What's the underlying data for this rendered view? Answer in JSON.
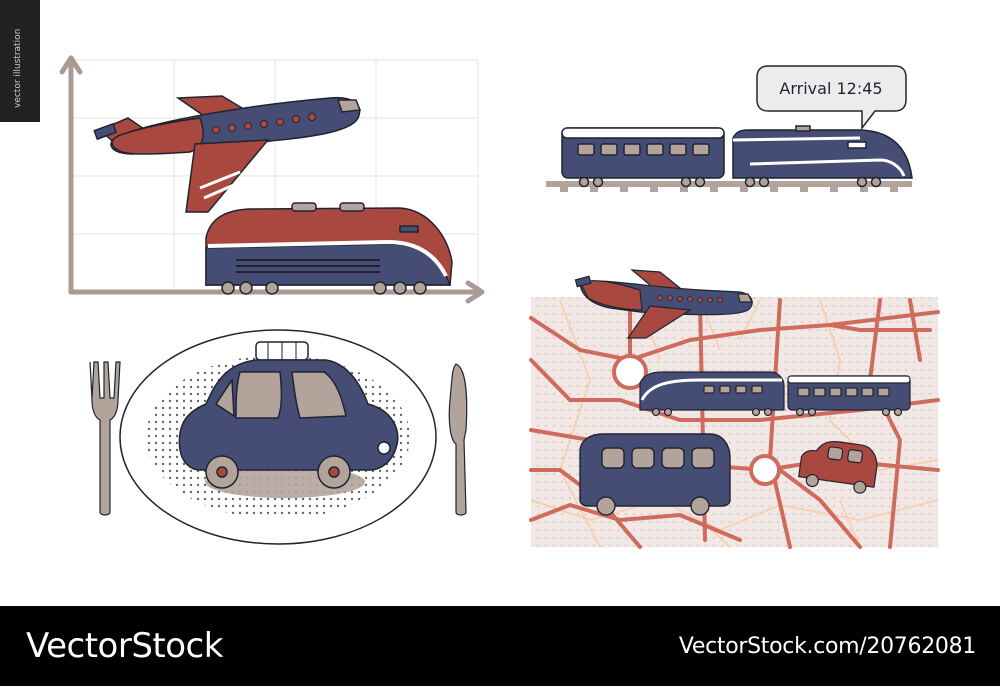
{
  "side_label": "vector illustration",
  "speech_bubble": "Arrival 12:45",
  "footer": {
    "brand": "VectorStock",
    "stock_id": "VectorStock.com/20762081"
  },
  "colors": {
    "navy": "#454d74",
    "brick": "#a9483f",
    "taupe": "#b3a49b",
    "outline": "#1f2430",
    "map_bg": "#f1e8e6",
    "map_road": "#cf6b5c"
  },
  "icons": [
    "airplane-icon",
    "train-icon",
    "car-icon",
    "bus-icon",
    "fork-icon",
    "knife-icon"
  ]
}
